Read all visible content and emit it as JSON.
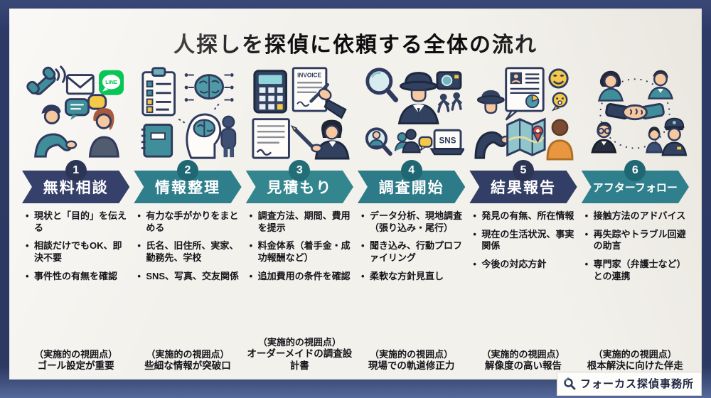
{
  "title": "人探しを探偵に依頼する全体の流れ",
  "brand": {
    "name": "フォーカス探偵事務所",
    "logo_icon": "magnifier-logo"
  },
  "icons": {
    "line_label": "LINE",
    "invoice_label": "INVOICE",
    "sns_label": "SNS"
  },
  "steps": [
    {
      "number": "1",
      "label": "無料相談",
      "banner_color": "#35406b",
      "circle_color": "#2c3553",
      "bullets": [
        "現状と「目的」を伝える",
        "相談だけでもOK、即決不要",
        "事件性の有無を確認"
      ],
      "note_heading": "（実施的の視囲点）",
      "note": "ゴール設定が重要"
    },
    {
      "number": "2",
      "label": "情報整理",
      "banner_color": "#2e7e8c",
      "circle_color": "#1f6773",
      "bullets": [
        "有力な手がかりをまとめる",
        "氏名、旧住所、実家、勤務先、学校",
        "SNS、写真、交友関係"
      ],
      "note_heading": "（実施的の視囲点）",
      "note": "些細な情報が突破口"
    },
    {
      "number": "3",
      "label": "見積もり",
      "banner_color": "#33868e",
      "circle_color": "#236d77",
      "bullets": [
        "調査方法、期間、費用を提示",
        "料金体系（着手金・成功報酬など）",
        "追加費用の条件を確認"
      ],
      "note_heading": "（実施的の視囲点）",
      "note": "オーダーメイドの調査設計書"
    },
    {
      "number": "4",
      "label": "調査開始",
      "banner_color": "#2d7a89",
      "circle_color": "#1f6773",
      "bullets": [
        "データ分析、現地調査（張り込み・尾行）",
        "聞き込み、行動プロファイリング",
        "柔軟な方針見直し"
      ],
      "note_heading": "（実施的の視囲点）",
      "note": "現場での軌道修正力"
    },
    {
      "number": "5",
      "label": "結果報告",
      "banner_color": "#333e66",
      "circle_color": "#2c3553",
      "bullets": [
        "発見の有無、所在情報",
        "現在の生活状況、事実関係",
        "今後の対応方針"
      ],
      "note_heading": "（実施的の視囲点）",
      "note": "解像度の高い報告"
    },
    {
      "number": "6",
      "label": "アフターフォロー",
      "banner_color": "#2f7f8d",
      "circle_color": "#1f6773",
      "bullets": [
        "接触方法のアドバイス",
        "再失踪やトラブル回避の助言",
        "専門家（弁護士など）との連携"
      ],
      "note_heading": "（実施的の視囲点）",
      "note": "根本解決に向けた伴走"
    }
  ]
}
